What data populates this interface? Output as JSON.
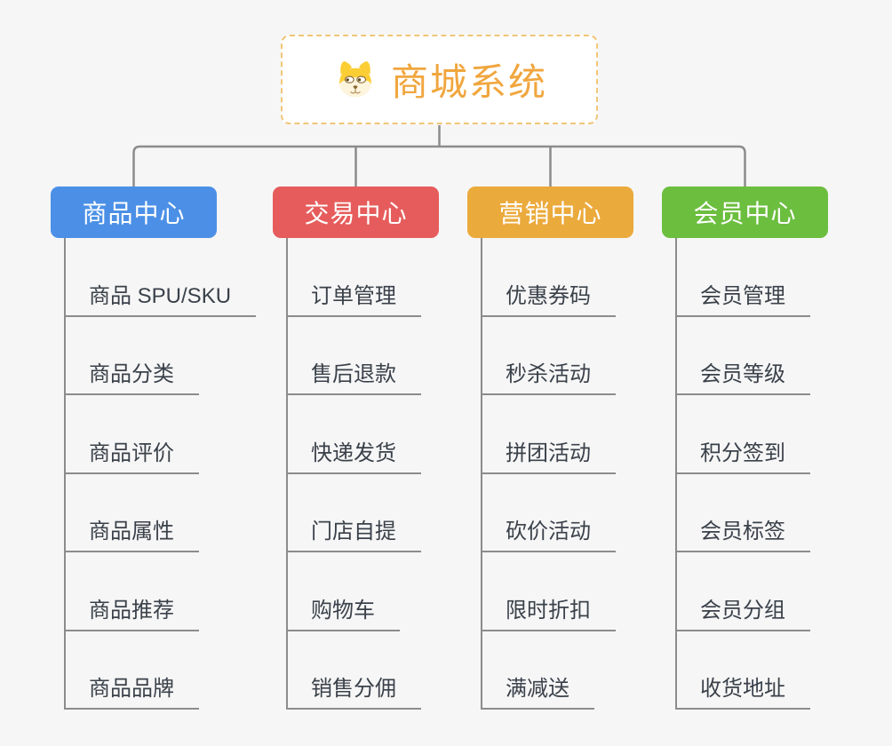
{
  "root": {
    "title": "商城系统",
    "icon": "shiba-dog-icon"
  },
  "branches": [
    {
      "id": "product-center",
      "label": "商品中心",
      "color": "#4b90e6",
      "items": [
        "商品 SPU/SKU",
        "商品分类",
        "商品评价",
        "商品属性",
        "商品推荐",
        "商品品牌"
      ]
    },
    {
      "id": "trade-center",
      "label": "交易中心",
      "color": "#e65c5c",
      "items": [
        "订单管理",
        "售后退款",
        "快递发货",
        "门店自提",
        "购物车",
        "销售分佣"
      ]
    },
    {
      "id": "marketing-center",
      "label": "营销中心",
      "color": "#ebaa3c",
      "items": [
        "优惠券码",
        "秒杀活动",
        "拼团活动",
        "砍价活动",
        "限时折扣",
        "满减送"
      ]
    },
    {
      "id": "member-center",
      "label": "会员中心",
      "color": "#6cbe3f",
      "items": [
        "会员管理",
        "会员等级",
        "积分签到",
        "会员标签",
        "会员分组",
        "收货地址"
      ]
    }
  ],
  "colors": {
    "background": "#f6f6f6",
    "connector": "#8c8c8c",
    "root_text": "#f0a63e",
    "root_border": "#f0c678",
    "item_text": "#3a414a"
  }
}
